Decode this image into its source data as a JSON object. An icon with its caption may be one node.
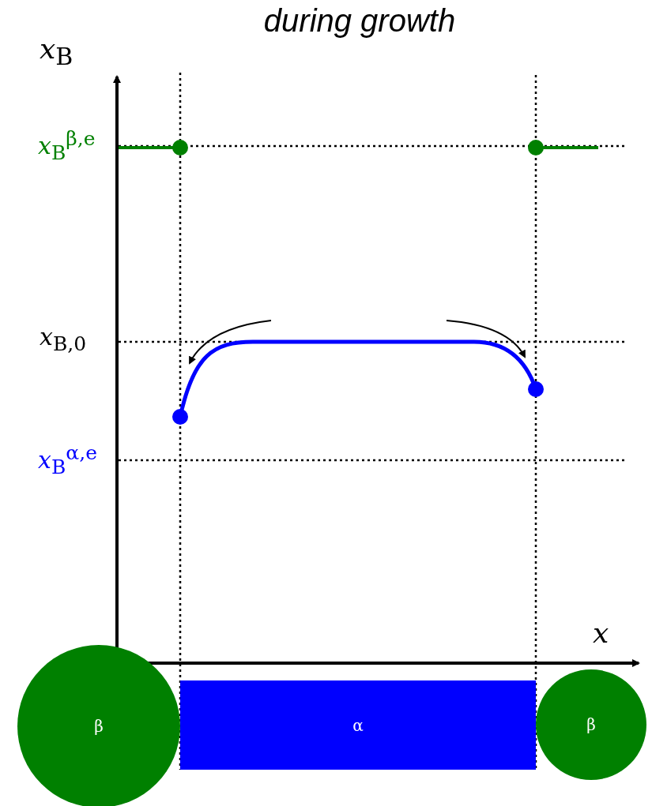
{
  "diagram": {
    "title": "during growth",
    "nodes": [
      {
        "text": [
          "β"
        ]
      },
      {
        "text": [
          "α"
        ]
      },
      {
        "text": [
          "β"
        ]
      }
    ],
    "labels": [
      "*x*$_{B}$",
      "*x*$_{B}$$^{β,e}$",
      "*x*$_{B,0}$",
      "*x*$_{B}$$^{α,e}$",
      "*x*"
    ]
  }
}
